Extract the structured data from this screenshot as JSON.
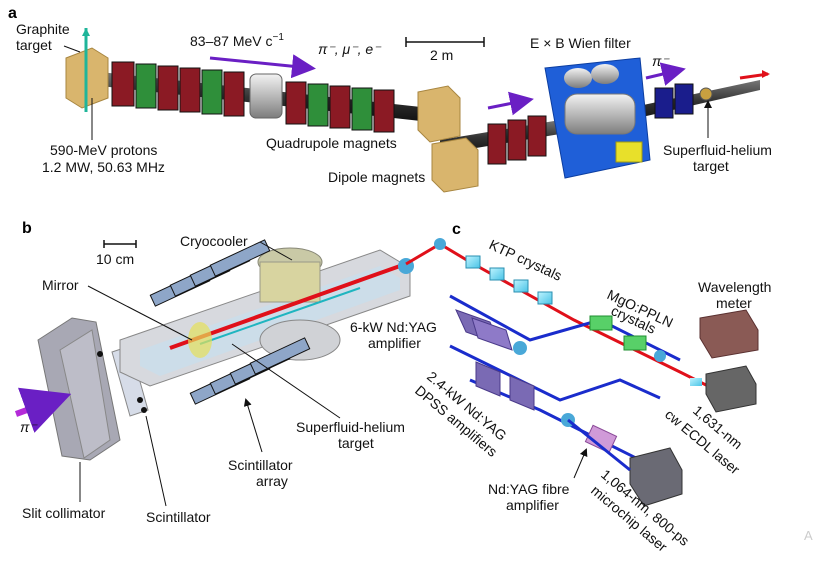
{
  "panel_a": {
    "letter": "a",
    "graphite_target_line1": "Graphite",
    "graphite_target_line2": "target",
    "protons_line1": "590-MeV protons",
    "protons_line2": "1.2 MW, 50.63 MHz",
    "energy": "83–87 MeV c",
    "energy_exp": "−1",
    "particles": "π⁻, μ⁻, e⁻",
    "scale": "2 m",
    "quadrupole": "Quadrupole magnets",
    "dipole": "Dipole magnets",
    "wien": "E × B Wien filter",
    "pion": "π⁻",
    "sfhe_line1": "Superfluid-helium",
    "sfhe_line2": "target"
  },
  "panel_b": {
    "letter": "b",
    "scale": "10 cm",
    "cryocooler": "Cryocooler",
    "mirror": "Mirror",
    "pion": "π⁻",
    "sfhe_line1": "Superfluid-helium",
    "sfhe_line2": "target",
    "scint_array_line1": "Scintillator",
    "scint_array_line2": "array",
    "slit": "Slit collimator",
    "scintillator": "Scintillator"
  },
  "panel_c": {
    "letter": "c",
    "ktp": "KTP crystals",
    "ndyag6_line1": "6-kW Nd:YAG",
    "ndyag6_line2": "amplifier",
    "mgo_line1": "MgO:PPLN",
    "mgo_line2": "crystals",
    "wavemeter_line1": "Wavelength",
    "wavemeter_line2": "meter",
    "dpss_line1": "2.4-kW   Nd:YAG",
    "dpss_line2": "DPSS amplifiers",
    "ecdl_line1": "1,631-nm",
    "ecdl_line2": "cw ECDL laser",
    "fibre_line1": "Nd:YAG fibre",
    "fibre_line2": "amplifier",
    "microchip_line1": "1,064-nm, 800-ps",
    "microchip_line2": "microchip laser"
  },
  "colors": {
    "magnet_red": "#8b1a24",
    "magnet_green": "#2f8f3a",
    "wien_blue": "#1f5fd8",
    "beam_red": "#e0101a",
    "beam_blue": "#1a2ccc",
    "dipole_tan": "#d9b56d",
    "arrow_purple": "#8a2be2"
  },
  "edge": {
    "char": "А"
  }
}
